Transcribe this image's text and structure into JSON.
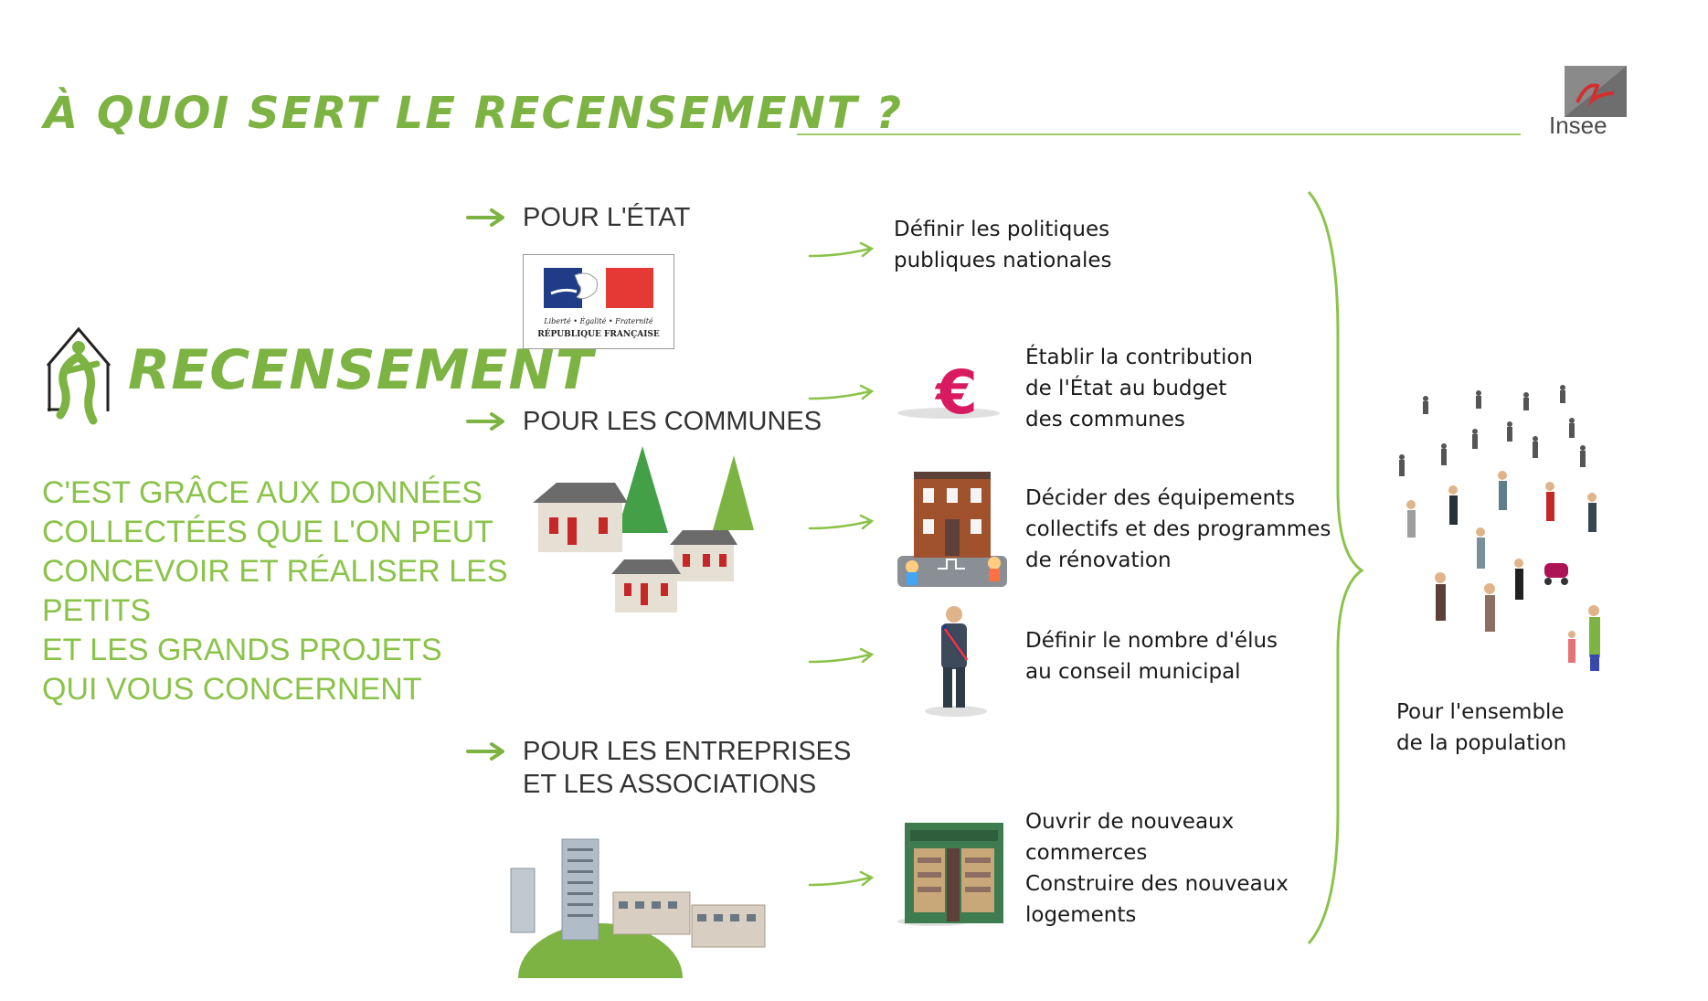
{
  "header": {
    "title": "À QUOI SERT LE RECENSEMENT ?",
    "logo_text": "Insee"
  },
  "left": {
    "brand": "RECENSEMENT",
    "intro": "C'EST GRÂCE AUX DONNÉES\nCOLLECTÉES QUE L'ON PEUT\nCONCEVOIR ET RÉALISER LES PETITS\nET LES GRANDS PROJETS\nQUI VOUS CONCERNENT"
  },
  "categories": [
    {
      "label": "POUR L'ÉTAT"
    },
    {
      "label": "POUR LES COMMUNES"
    },
    {
      "label": "POUR LES ENTREPRISES\nET LES ASSOCIATIONS"
    }
  ],
  "rf_logo": {
    "motto": "Liberté • Égalité • Fraternité",
    "name": "RÉPUBLIQUE FRANÇAISE"
  },
  "items": [
    {
      "text": "Définir les politiques\npubliques nationales"
    },
    {
      "text": "Établir la contribution\nde l'État au budget\ndes communes",
      "icon": "euro-icon"
    },
    {
      "text": "Décider des équipements\ncollectifs et des programmes\nde rénovation",
      "icon": "school-building-icon"
    },
    {
      "text": "Définir le nombre d'élus\nau conseil municipal",
      "icon": "mayor-figure-icon"
    },
    {
      "text": "Ouvrir de nouveaux\ncommerces\nConstruire des nouveaux\nlogements",
      "icon": "shop-front-icon"
    }
  ],
  "population": {
    "label": "Pour l'ensemble\nde la population"
  },
  "colors": {
    "accent": "#7cb342",
    "accent_light": "#8bc34a",
    "euro": "#d81b60",
    "flag_blue": "#1f3c88",
    "flag_red": "#e53935"
  }
}
